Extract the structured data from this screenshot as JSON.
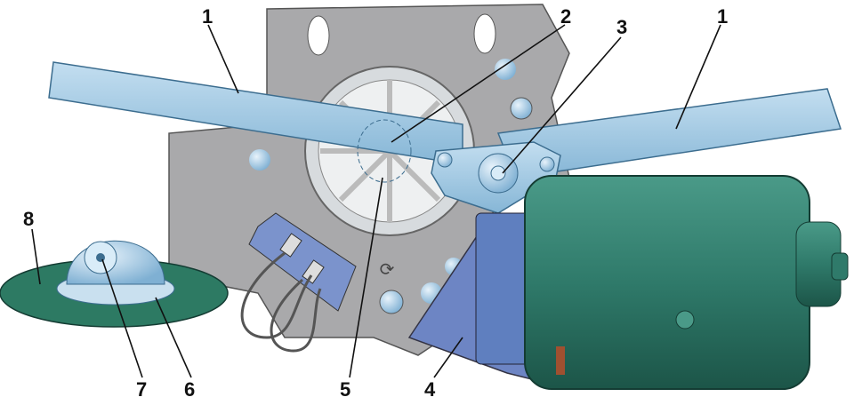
{
  "title": "Windshield wiper motor assembly",
  "callouts": [
    {
      "id": "1a",
      "text": "1"
    },
    {
      "id": "2",
      "text": "2"
    },
    {
      "id": "3",
      "text": "3"
    },
    {
      "id": "1b",
      "text": "1"
    },
    {
      "id": "8",
      "text": "8"
    },
    {
      "id": "7",
      "text": "7"
    },
    {
      "id": "6",
      "text": "6"
    },
    {
      "id": "5",
      "text": "5"
    },
    {
      "id": "4",
      "text": "4"
    }
  ],
  "colors": {
    "plate": "#a9a9ab",
    "arm": "#9fc8e2",
    "motor": "#2f7a6a",
    "bracket": "#6d85c4",
    "base": "#2d7a63"
  }
}
